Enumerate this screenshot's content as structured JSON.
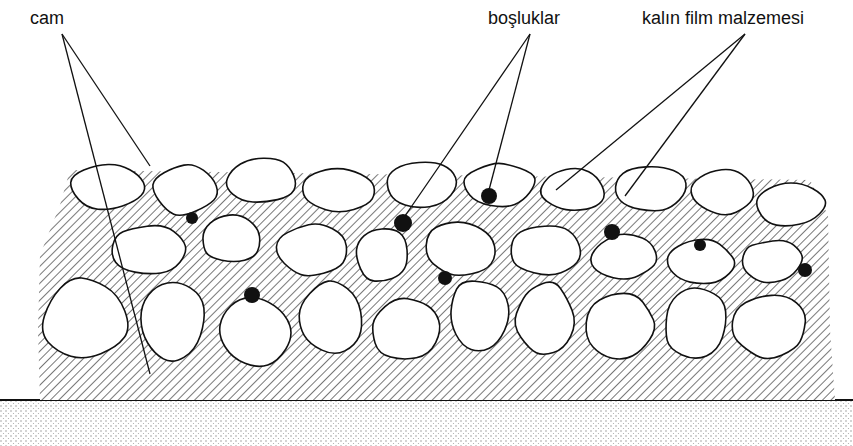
{
  "diagram": {
    "labels": [
      "cam",
      "boşluklar",
      "kalın film malzemesi"
    ]
  }
}
